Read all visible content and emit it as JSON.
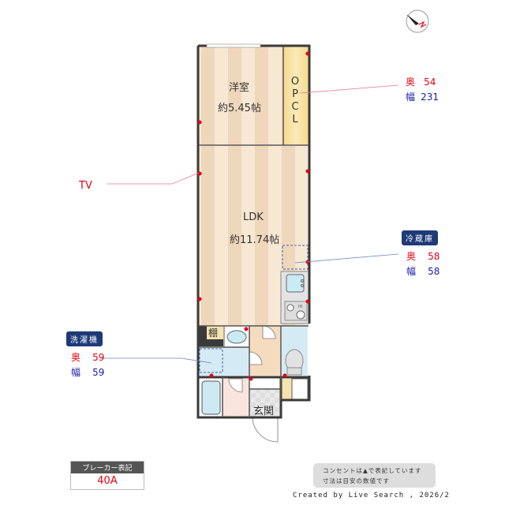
{
  "compass": {
    "icon": "compass-north-icon",
    "north_label": "N"
  },
  "rooms": {
    "western_room": {
      "name": "洋室",
      "size": "約5.45帖"
    },
    "closet": {
      "name": "OPCL"
    },
    "ldk": {
      "name": "LDK",
      "size": "約11.74帖"
    },
    "shelf": {
      "name": "棚"
    },
    "entrance": {
      "name": "玄関"
    }
  },
  "annotations": {
    "closet_dims": {
      "depth_label": "奥",
      "depth": "54",
      "width_label": "幅",
      "width": "231"
    },
    "tv": {
      "label": "TV"
    },
    "fridge": {
      "tag": "冷蔵庫",
      "depth_label": "奥",
      "depth": "58",
      "width_label": "幅",
      "width": "58"
    },
    "washer": {
      "tag": "洗濯機",
      "depth_label": "奥",
      "depth": "59",
      "width_label": "幅",
      "width": "59"
    }
  },
  "breaker": {
    "header": "ブレーカー表記",
    "value": "40A"
  },
  "note": {
    "line1": "コンセントは▲で表記しています",
    "line2": "寸法は目安の数値です"
  },
  "credit": "Created by Live Search , 2026/2",
  "colors": {
    "accent_red": "#e60012",
    "accent_blue": "#1a1aa8",
    "tag_bg": "#1e3a78",
    "wall": "#3a3a3a",
    "floor_stripe_a": "#f7e6cf",
    "floor_stripe_b": "#f0d8bb",
    "closet": "#f8dd96",
    "wet_area": "#d4ebf5"
  }
}
